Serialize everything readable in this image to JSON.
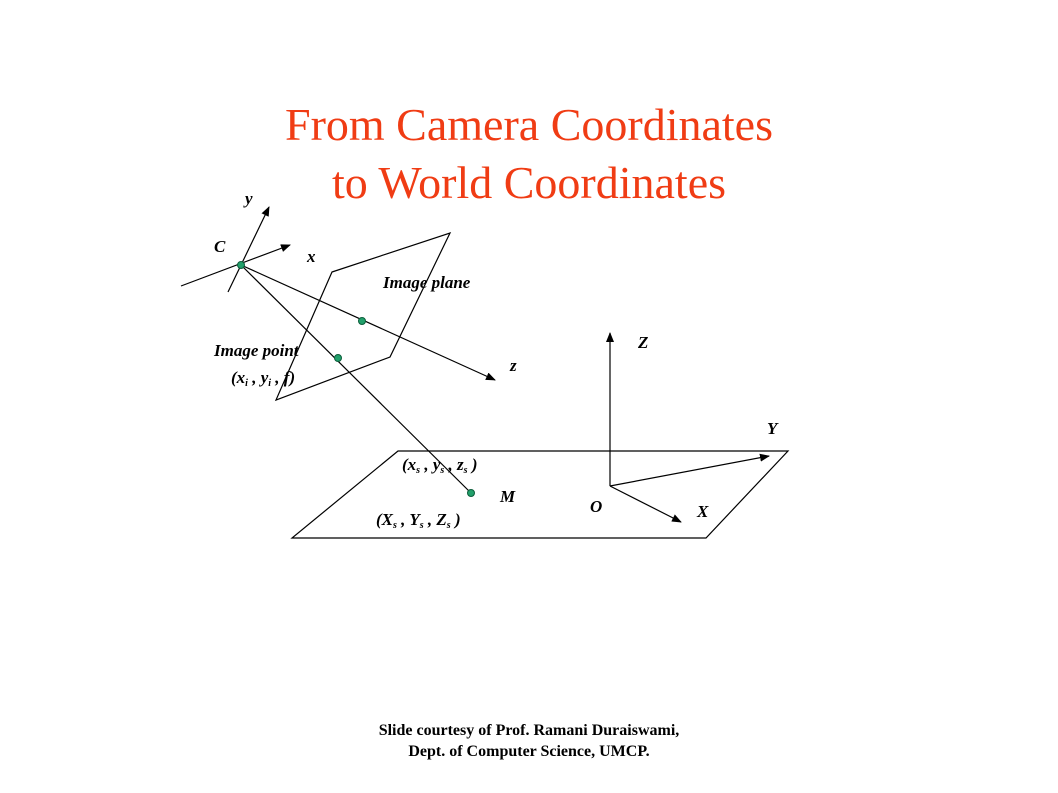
{
  "title": {
    "line1": "From Camera Coordinates",
    "line2": "to World Coordinates"
  },
  "labels": {
    "camera_y": "y",
    "camera_x": "x",
    "camera_center": "C",
    "camera_z": "z",
    "image_plane": "Image plane",
    "image_point_caption": "Image point",
    "image_point_coords": {
      "open": "(x",
      "sub1": "i",
      "mid1": " , y",
      "sub2": "i",
      "mid2": " , f)"
    },
    "scene_camera_coords": {
      "open": "(x",
      "sub1": "s",
      "mid1": " , y",
      "sub2": "s",
      "mid2": " , z",
      "sub3": "s",
      "close": " )"
    },
    "scene_world_coords": {
      "open": "(X",
      "sub1": "s",
      "mid1": " , Y",
      "sub2": "s",
      "mid2": " , Z",
      "sub3": "s",
      "close": " )"
    },
    "scene_point": "M",
    "world_origin": "O",
    "world_Z": "Z",
    "world_Y": "Y",
    "world_X": "X"
  },
  "colors": {
    "title": "#f03c14",
    "point_fill": "#22a06b",
    "point_stroke": "#0b5e3b",
    "line": "#000000"
  },
  "footer": {
    "line1": "Slide courtesy of Prof. Ramani Duraiswami,",
    "line2": "Dept. of Computer Science, UMCP."
  }
}
